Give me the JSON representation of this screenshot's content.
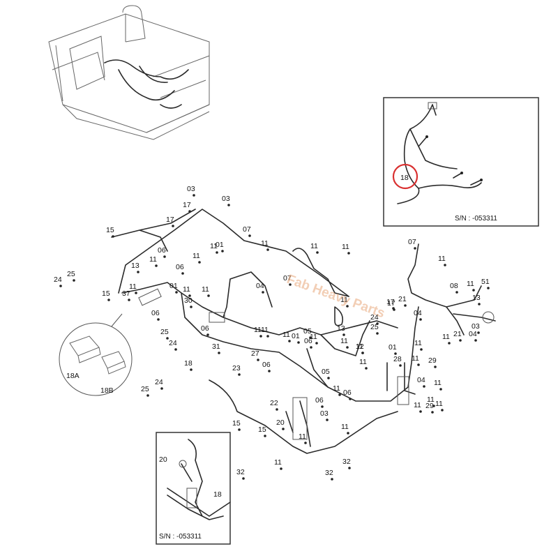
{
  "watermark": "Fab Heavy Parts",
  "insets": {
    "top_right": {
      "serial": "S/N : -053311",
      "callout": "18"
    },
    "bottom": {
      "serial": "S/N : -053311",
      "callout_20": "20",
      "callout_18": "18"
    }
  },
  "detail_labels": {
    "a": "18A",
    "b": "18B"
  },
  "highlight_color": "#d93030",
  "labels": [
    "03",
    "17",
    "03",
    "17",
    "15",
    "07",
    "11",
    "11",
    "11",
    "01",
    "06",
    "11",
    "11",
    "06",
    "01",
    "13",
    "11",
    "37",
    "15",
    "30",
    "04",
    "11",
    "11",
    "25",
    "24",
    "06",
    "06",
    "31",
    "18",
    "23",
    "27",
    "06",
    "01",
    "11",
    "11",
    "05",
    "06",
    "11",
    "05",
    "07",
    "11",
    "11",
    "17",
    "11",
    "13",
    "11",
    "24",
    "25",
    "11",
    "12",
    "11",
    "01",
    "28",
    "11",
    "29",
    "04",
    "11",
    "11",
    "29",
    "06",
    "11",
    "22",
    "20",
    "06",
    "03",
    "15",
    "11",
    "11",
    "11",
    "32",
    "32",
    "32",
    "15",
    "25",
    "24",
    "25",
    "24",
    "51",
    "08",
    "11",
    "07",
    "11",
    "17",
    "21",
    "04",
    "11",
    "21",
    "04",
    "13",
    "03",
    "11",
    "11",
    "11"
  ]
}
